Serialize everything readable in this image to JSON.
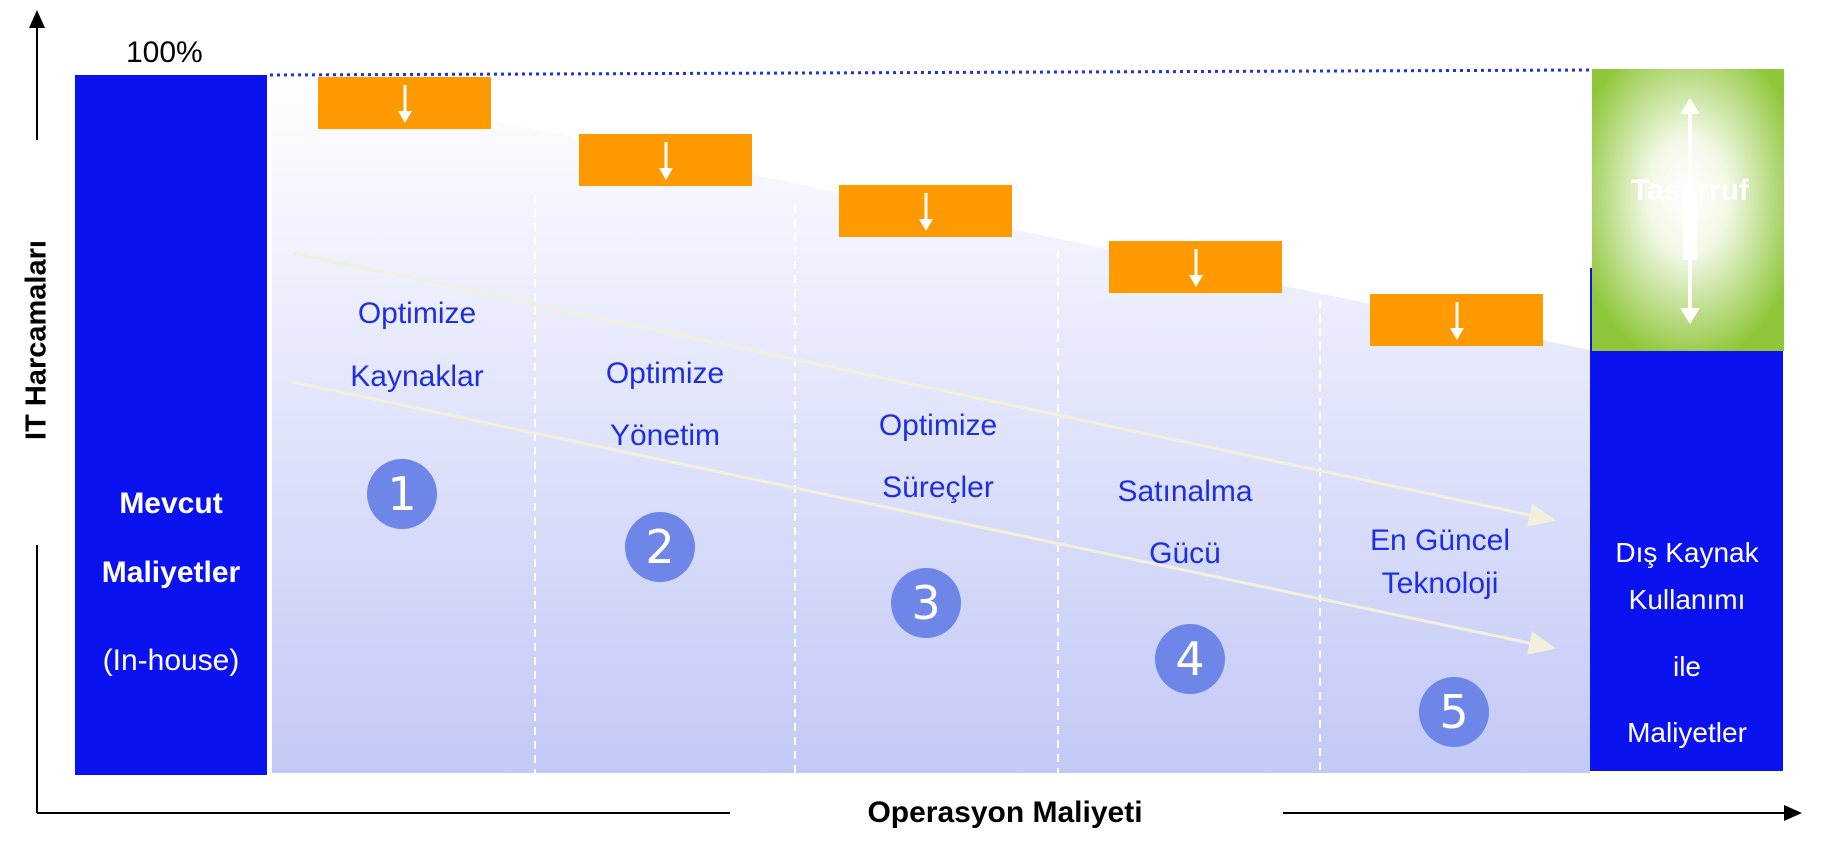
{
  "y_axis_label": "IT Harcamaları",
  "x_axis_label": "Operasyon Maliyeti",
  "top_percent": "100%",
  "left_bar": {
    "line1": "Mevcut",
    "line2": "Maliyetler",
    "line3": "(In-house)"
  },
  "steps": [
    {
      "number": "1",
      "line1": "Optimize",
      "line2": "Kaynaklar"
    },
    {
      "number": "2",
      "line1": "Optimize",
      "line2": "Yönetim"
    },
    {
      "number": "3",
      "line1": "Optimize",
      "line2": "Süreçler"
    },
    {
      "number": "4",
      "line1": "Satınalma",
      "line2": "Gücü"
    },
    {
      "number": "5",
      "line1": "En Güncel",
      "line2": "Teknoloji"
    }
  ],
  "right_bar": {
    "line1": "Dış Kaynak",
    "line2": "Kullanımı",
    "line3": "ile",
    "line4": "Maliyetler"
  },
  "savings_label": "Tasarruf",
  "colors": {
    "bar_blue": "#0a12f0",
    "orange": "#ff9900",
    "green": "#8fc63a",
    "step_text": "#1f2fe0",
    "badge": "#6d86e8"
  }
}
